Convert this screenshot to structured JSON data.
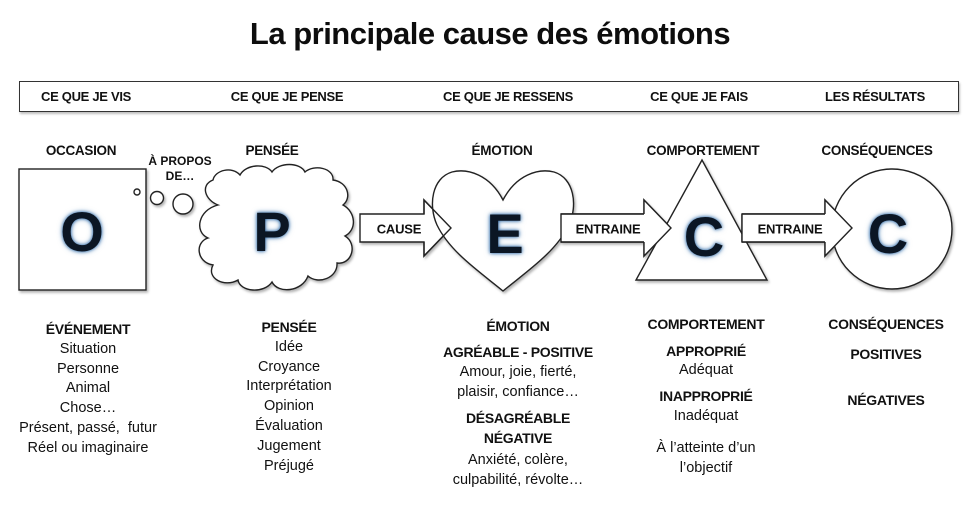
{
  "title": "La principale cause des émotions",
  "header": {
    "labels": [
      "CE QUE JE VIS",
      "CE QUE JE PENSE",
      "CE QUE JE RESSENS",
      "CE QUE JE FAIS",
      "LES RÉSULTATS"
    ]
  },
  "stages": [
    {
      "label": "OCCASION",
      "letter": "O",
      "shape": "square"
    },
    {
      "label": "PENSÉE",
      "letter": "P",
      "shape": "cloud"
    },
    {
      "label": "ÉMOTION",
      "letter": "E",
      "shape": "heart"
    },
    {
      "label": "COMPORTEMENT",
      "letter": "C",
      "shape": "triangle"
    },
    {
      "label": "CONSÉQUENCES",
      "letter": "C",
      "shape": "circle"
    }
  ],
  "thought_bubble": {
    "line1": "À PROPOS",
    "line2": "DE…"
  },
  "arrows": [
    {
      "label": "CAUSE"
    },
    {
      "label": "ENTRAINE"
    },
    {
      "label": "ENTRAINE"
    }
  ],
  "columns": {
    "occasion": {
      "heading": "ÉVÉNEMENT",
      "items": [
        "Situation",
        "Personne",
        "Animal",
        "Chose…",
        "Présent, passé,  futur",
        "Réel ou imaginaire"
      ]
    },
    "pensee": {
      "heading": "PENSÉE",
      "items": [
        "Idée",
        "Croyance",
        "Interprétation",
        "Opinion",
        "Évaluation",
        "Jugement",
        "Préjugé"
      ]
    },
    "emotion": {
      "heading": "ÉMOTION",
      "positive_heading": "AGRÉABLE - POSITIVE",
      "positive_items": [
        "Amour, joie, fierté,",
        "plaisir, confiance…"
      ],
      "negative_heading_1": "DÉSAGRÉABLE",
      "negative_heading_2": "NÉGATIVE",
      "negative_items": [
        "Anxiété, colère,",
        "culpabilité, révolte…"
      ]
    },
    "comportement": {
      "heading": "COMPORTEMENT",
      "appropriate_heading": "APPROPRIÉ",
      "appropriate_text": "Adéquat",
      "inappropriate_heading": "INAPPROPRIÉ",
      "inappropriate_text": "Inadéquat",
      "goal_line1": "À l’atteinte d’un",
      "goal_line2": "l’objectif"
    },
    "consequences": {
      "heading": "CONSÉQUENCES",
      "positive": "POSITIVES",
      "negative": "NÉGATIVES"
    }
  },
  "colors": {
    "letter": "#0b1624",
    "letter_glow": "#2e6aa8",
    "stroke": "#222222"
  }
}
